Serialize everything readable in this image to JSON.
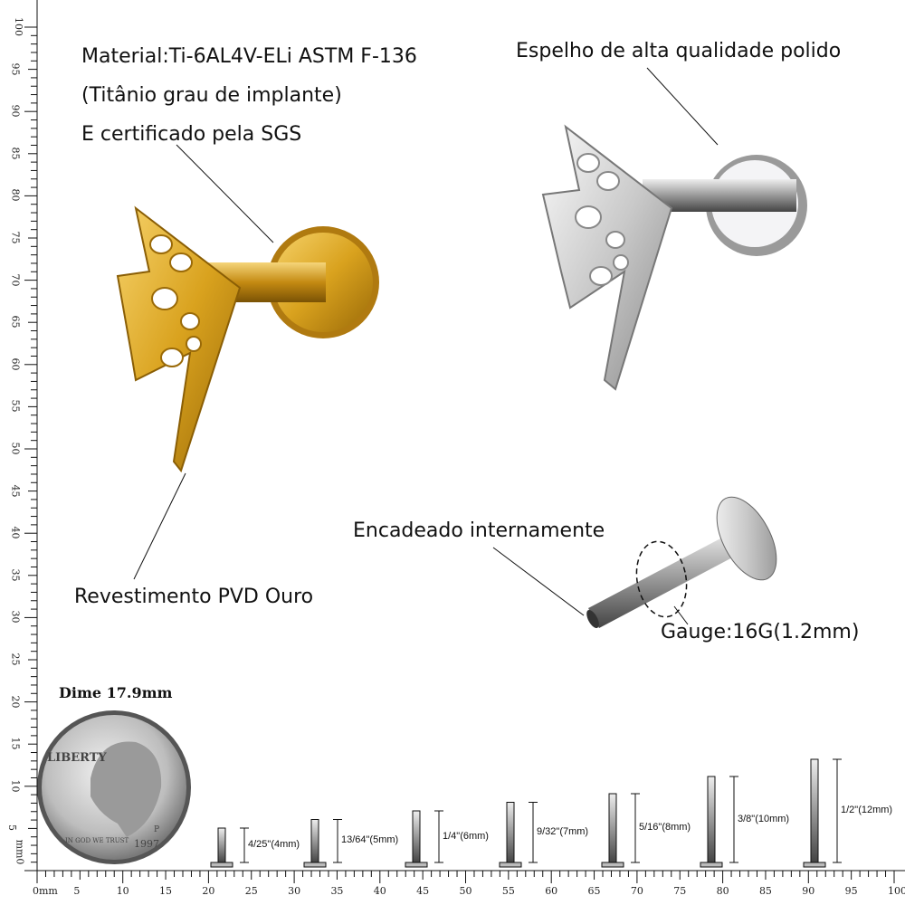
{
  "labels": {
    "material": "Material:Ti-6AL4V-ELi ASTM F-136",
    "grade": "(Titânio grau de implante)",
    "certified": "E certificado pela SGS",
    "mirror": "Espelho de alta qualidade polido",
    "coating": "Revestimento PVD Ouro",
    "threading": "Encadeado internamente",
    "gauge": "Gauge:16G(1.2mm)",
    "dime": "Dime 17.9mm"
  },
  "coin": {
    "top": "LIBERTY",
    "motto": "IN GOD WE TRUST",
    "year": "1997",
    "mint": "P"
  },
  "sizes": [
    {
      "mm": 4,
      "label": "4/25\"(4mm)"
    },
    {
      "mm": 5,
      "label": "13/64\"(5mm)"
    },
    {
      "mm": 6,
      "label": "1/4\"(6mm)"
    },
    {
      "mm": 7,
      "label": "9/32\"(7mm)"
    },
    {
      "mm": 8,
      "label": "5/16\"(8mm)"
    },
    {
      "mm": 10,
      "label": "3/8\"(10mm)"
    },
    {
      "mm": 12,
      "label": "1/2\"(12mm)"
    }
  ],
  "ruler": {
    "unit_label": "0mm",
    "vertical_unit_label": "mm0",
    "ticks": [
      "5",
      "10",
      "15",
      "20",
      "25",
      "30",
      "35",
      "40",
      "45",
      "50",
      "55",
      "60",
      "65",
      "70",
      "75",
      "80",
      "85",
      "90",
      "95",
      "100"
    ]
  },
  "colors": {
    "gold": "#d9a21e",
    "silver": "#c8c8c8"
  }
}
